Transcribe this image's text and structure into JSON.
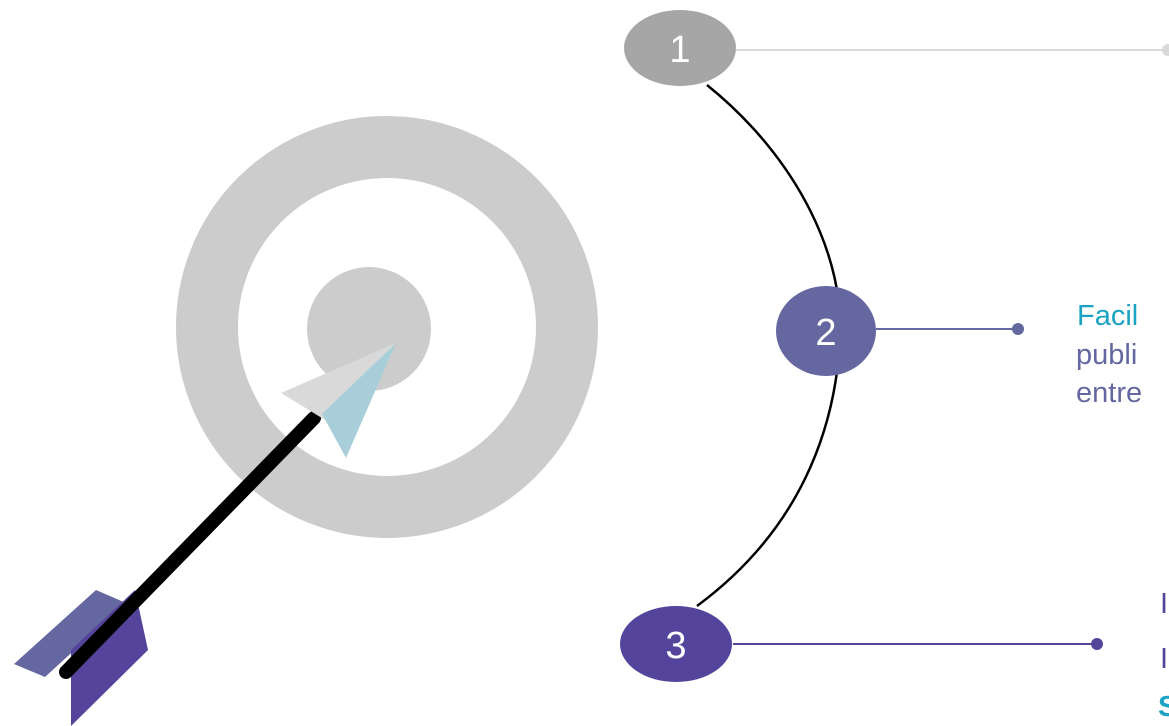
{
  "steps": [
    {
      "number": "1",
      "color": "#a6a6a6"
    },
    {
      "number": "2",
      "color": "#6467a0",
      "title": "Facil",
      "lines": [
        "publi",
        "entre"
      ],
      "title_color": "#1ba3c4",
      "text_color": "#6467a0"
    },
    {
      "number": "3",
      "color": "#55449b",
      "lines": [
        "I",
        "I",
        "S"
      ],
      "text_color": "#55449b",
      "last_line_color": "#1ba3c4"
    }
  ],
  "colors": {
    "target_ring": "#cccccc",
    "arrow_shaft": "#000000",
    "arrow_head_light": "#d9d9d9",
    "arrow_head_blue": "#a8cfd9",
    "fletching_front": "#55449b",
    "fletching_back": "#6467a0",
    "connector_gray": "#d9d9d9",
    "connector_purple": "#6467a0",
    "connector_violet": "#55449b",
    "arc": "#000000"
  }
}
